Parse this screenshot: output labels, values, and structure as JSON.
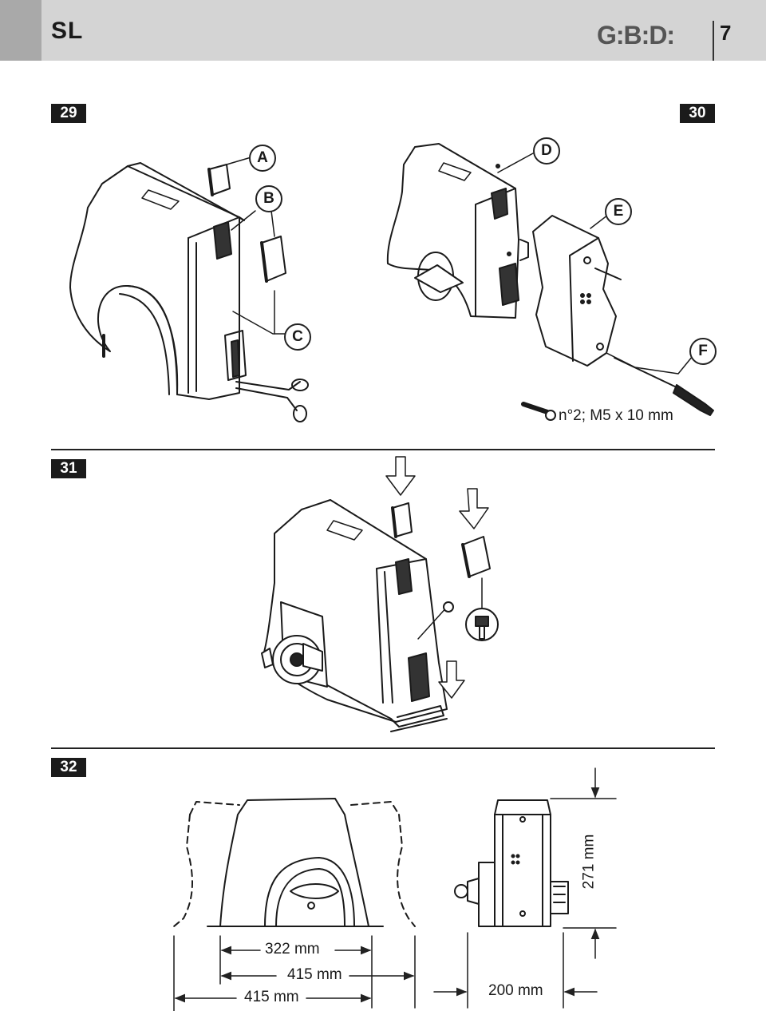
{
  "header": {
    "model": "SL",
    "logo": "G:B:D:",
    "page_number": "7"
  },
  "figures": {
    "fig29": {
      "label": "29",
      "callouts": [
        "A",
        "B",
        "C"
      ]
    },
    "fig30": {
      "label": "30",
      "callouts": [
        "D",
        "E",
        "F"
      ],
      "screw_spec": "n°2; M5 x 10 mm"
    },
    "fig31": {
      "label": "31"
    },
    "fig32": {
      "label": "32",
      "dimensions": {
        "width_inner": "322 mm",
        "width_mid": "415 mm",
        "width_outer": "415 mm",
        "depth": "200 mm",
        "height": "271 mm"
      }
    }
  },
  "icons": [
    "scissors-icon",
    "screwdriver-icon",
    "screw-icon",
    "allen-bolt-icon",
    "arrow-down-icon"
  ]
}
